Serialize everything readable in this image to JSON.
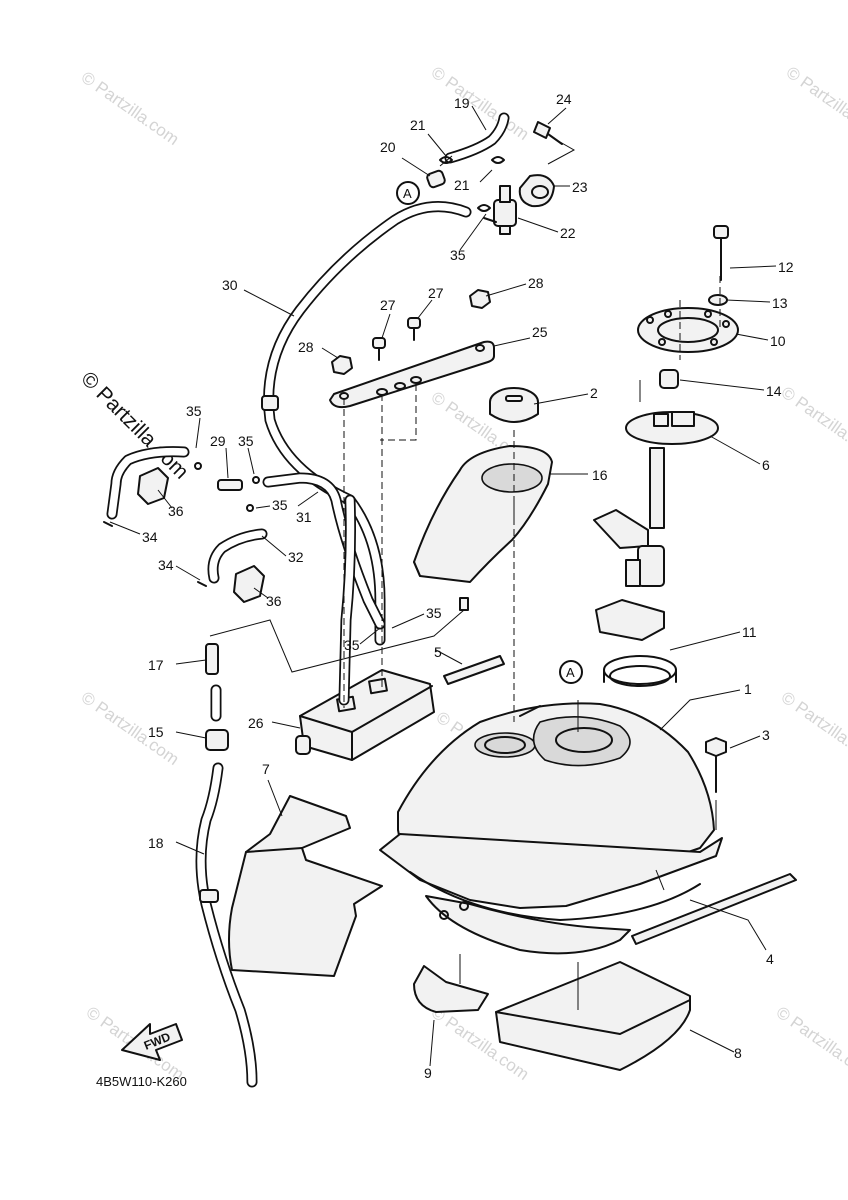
{
  "diagram": {
    "code": "4B5W110-K260",
    "fwd_label": "FWD",
    "ref_marker": "A",
    "watermark_text": "© Partzilla.com",
    "watermark_strong": "© Partzilla.com"
  },
  "callouts": [
    {
      "id": "c1",
      "label": "1"
    },
    {
      "id": "c2",
      "label": "2"
    },
    {
      "id": "c3",
      "label": "3"
    },
    {
      "id": "c4",
      "label": "4"
    },
    {
      "id": "c5",
      "label": "5"
    },
    {
      "id": "c6",
      "label": "6"
    },
    {
      "id": "c7",
      "label": "7"
    },
    {
      "id": "c8",
      "label": "8"
    },
    {
      "id": "c9",
      "label": "9"
    },
    {
      "id": "c10",
      "label": "10"
    },
    {
      "id": "c11",
      "label": "11"
    },
    {
      "id": "c12",
      "label": "12"
    },
    {
      "id": "c13",
      "label": "13"
    },
    {
      "id": "c14",
      "label": "14"
    },
    {
      "id": "c15",
      "label": "15"
    },
    {
      "id": "c16",
      "label": "16"
    },
    {
      "id": "c17",
      "label": "17"
    },
    {
      "id": "c18",
      "label": "18"
    },
    {
      "id": "c19",
      "label": "19"
    },
    {
      "id": "c20",
      "label": "20"
    },
    {
      "id": "c21a",
      "label": "21"
    },
    {
      "id": "c21b",
      "label": "21"
    },
    {
      "id": "c22",
      "label": "22"
    },
    {
      "id": "c23",
      "label": "23"
    },
    {
      "id": "c24",
      "label": "24"
    },
    {
      "id": "c25",
      "label": "25"
    },
    {
      "id": "c26",
      "label": "26"
    },
    {
      "id": "c27a",
      "label": "27"
    },
    {
      "id": "c27b",
      "label": "27"
    },
    {
      "id": "c28a",
      "label": "28"
    },
    {
      "id": "c28b",
      "label": "28"
    },
    {
      "id": "c29",
      "label": "29"
    },
    {
      "id": "c30",
      "label": "30"
    },
    {
      "id": "c31",
      "label": "31"
    },
    {
      "id": "c32",
      "label": "32"
    },
    {
      "id": "c34a",
      "label": "34"
    },
    {
      "id": "c34b",
      "label": "34"
    },
    {
      "id": "c35a",
      "label": "35"
    },
    {
      "id": "c35b",
      "label": "35"
    },
    {
      "id": "c35c",
      "label": "35"
    },
    {
      "id": "c35d",
      "label": "35"
    },
    {
      "id": "c35e",
      "label": "35"
    },
    {
      "id": "c35f",
      "label": "35"
    },
    {
      "id": "c36a",
      "label": "36"
    },
    {
      "id": "c36b",
      "label": "36"
    }
  ]
}
